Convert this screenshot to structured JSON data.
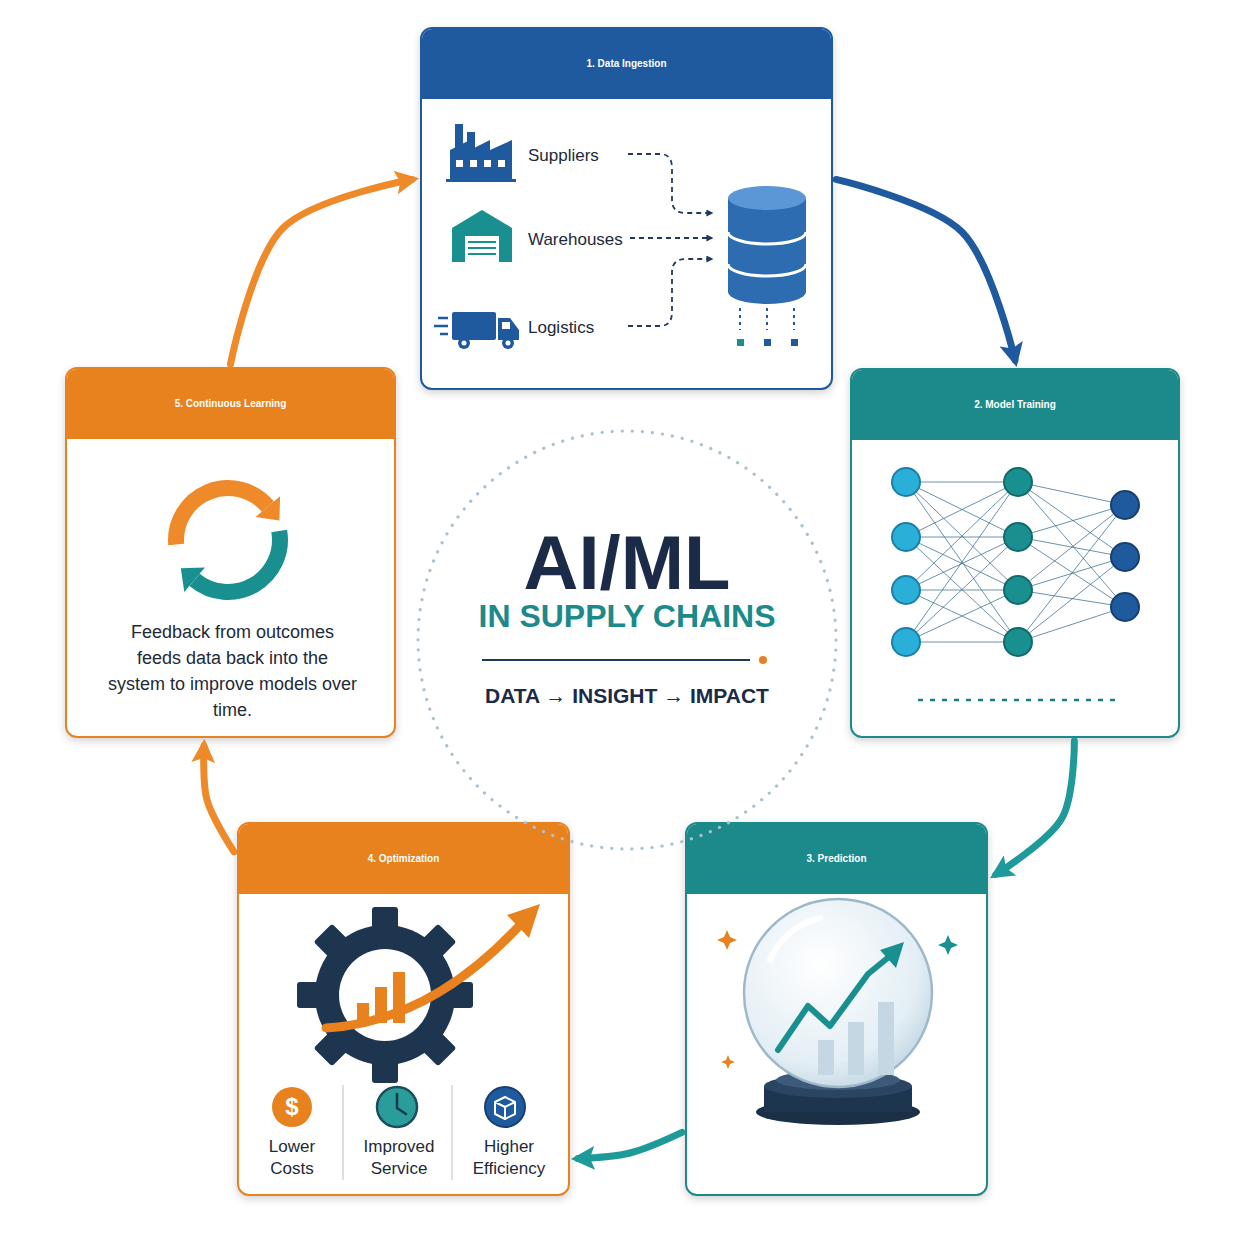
{
  "diagram": {
    "nodes": [
      {
        "text": [
          "1. Data Ingestion",
          "Suppliers",
          "Warehouses",
          "Logistics"
        ]
      },
      {
        "text": [
          "2. Model Training"
        ]
      },
      {
        "text": [
          "3. Prediction"
        ]
      },
      {
        "text": [
          "4. Optimization",
          "Lower Costs",
          "Improved Service",
          "Higher Efficiency"
        ]
      },
      {
        "text": [
          "5. Continuous Learning",
          "Feedback from outcomes feeds data back into the system to improve models over time."
        ]
      },
      {
        "text": [
          "AI/ML",
          "IN SUPPLY CHAINS",
          "DATA → INSIGHT → IMPACT"
        ]
      }
    ],
    "edges": [
      {
        "from": 0,
        "to": 1,
        "arrow": "to"
      },
      {
        "from": 1,
        "to": 2,
        "arrow": "to"
      },
      {
        "from": 2,
        "to": 3,
        "arrow": "to"
      },
      {
        "from": 3,
        "to": 4,
        "arrow": "to"
      },
      {
        "from": 4,
        "to": 0,
        "arrow": "to"
      }
    ],
    "labels": [
      "$"
    ]
  }
}
